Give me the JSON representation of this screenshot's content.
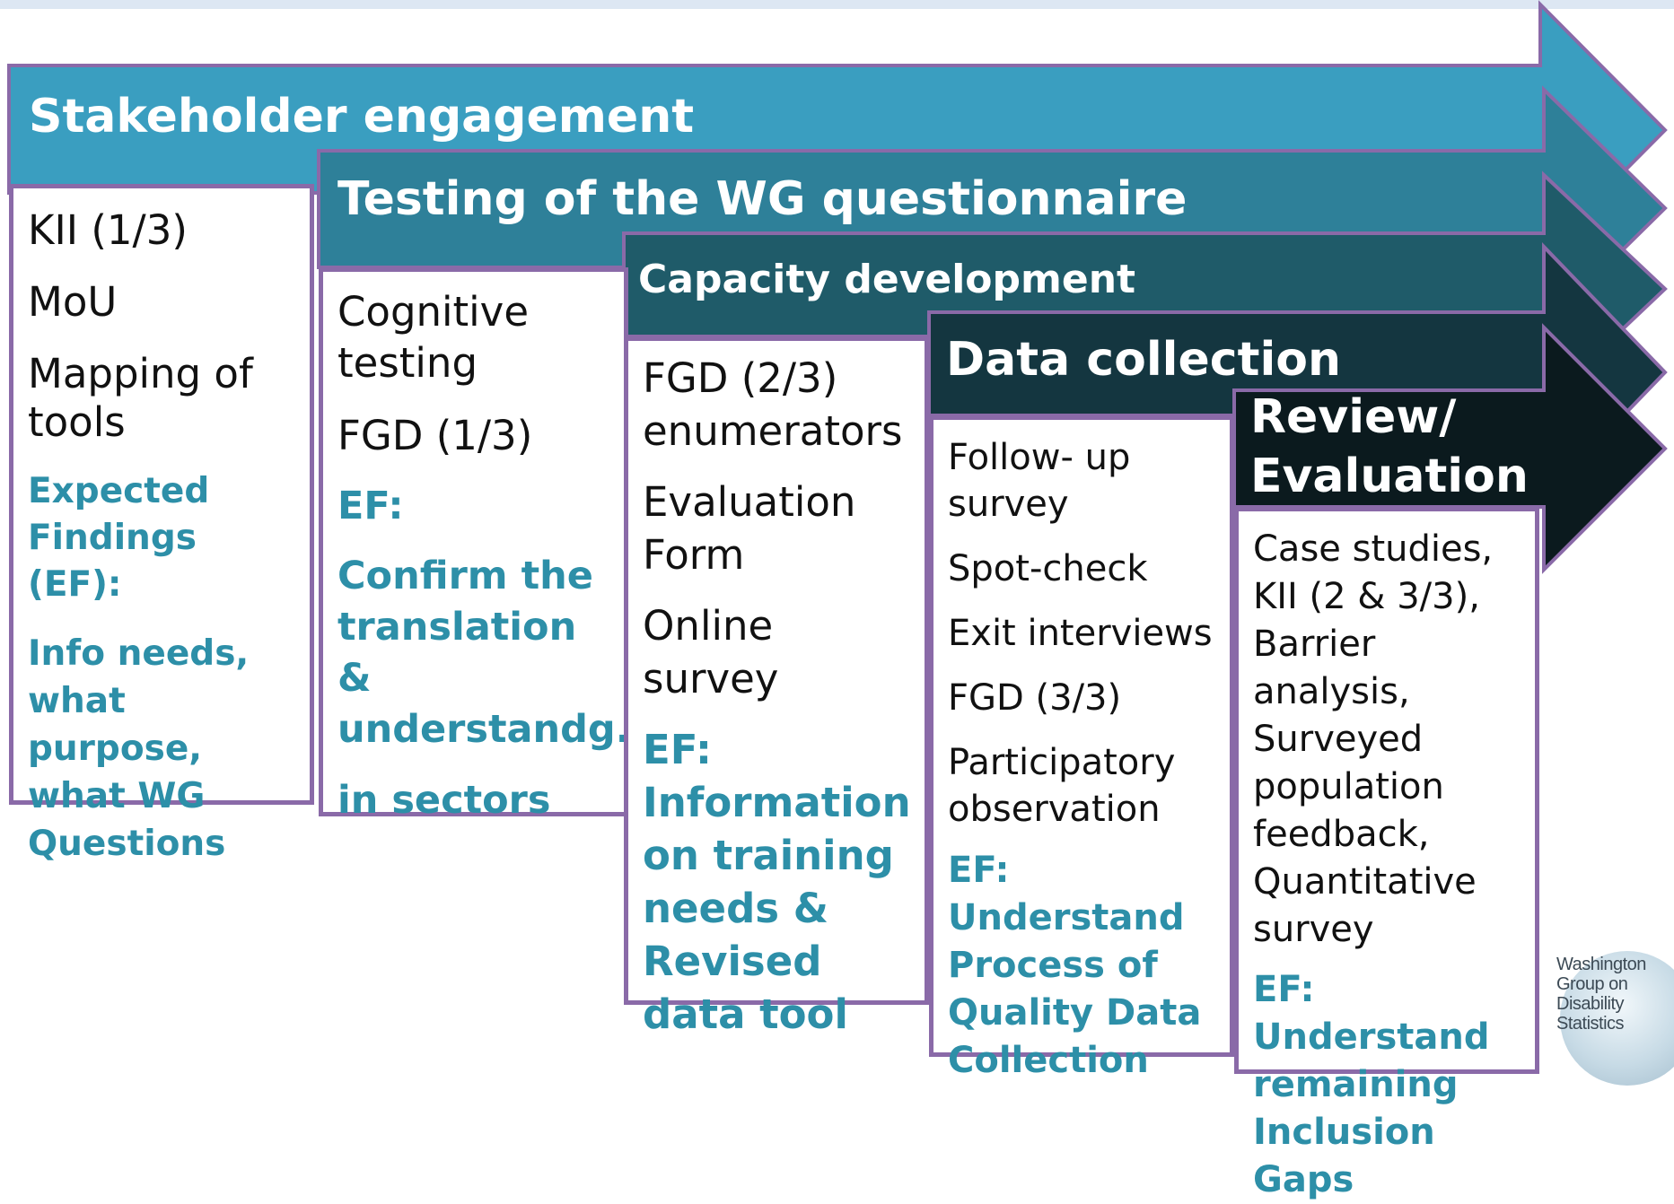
{
  "phases": [
    {
      "title": "Stakeholder engagement",
      "color": "#3a9ec0",
      "items": [
        "KII (1/3)",
        "MoU",
        "Mapping of tools"
      ],
      "ef": [
        "Expected Findings (EF):",
        "Info needs, what purpose, what WG Questions"
      ]
    },
    {
      "title": "Testing of the WG questionnaire",
      "color": "#2e8099",
      "items": [
        "Cognitive testing",
        "FGD (1/3)"
      ],
      "ef": [
        "EF:",
        "Confirm the translation & understandg.",
        "in sectors"
      ]
    },
    {
      "title": "Capacity development",
      "color": "#1f5b69",
      "items": [
        "FGD (2/3) enumerators",
        "Evaluation Form",
        "Online survey"
      ],
      "ef": [
        "EF: Information on training needs & Revised data tool"
      ]
    },
    {
      "title": "Data collection",
      "color": "#143640",
      "items": [
        "Follow- up survey",
        "Spot-check",
        "Exit interviews",
        "FGD (3/3)",
        "Participatory observation"
      ],
      "ef": [
        "EF: Understand Process of Quality Data Collection"
      ]
    },
    {
      "title": "Review/ Evaluation",
      "color": "#0b1a1e",
      "items": [
        "Case studies, KII (2 & 3/3), Barrier analysis, Surveyed population feedback, Quantitative survey"
      ],
      "ef": [
        "EF: Understand remaining Inclusion Gaps"
      ]
    }
  ],
  "colors": {
    "border": "#8a6aa8",
    "ef_text": "#2d8fa8",
    "top_strip": "#dde7f3"
  },
  "logo": {
    "line1": "Washington",
    "line2": "Group on",
    "line3": "Disability",
    "line4": "Statistics"
  }
}
